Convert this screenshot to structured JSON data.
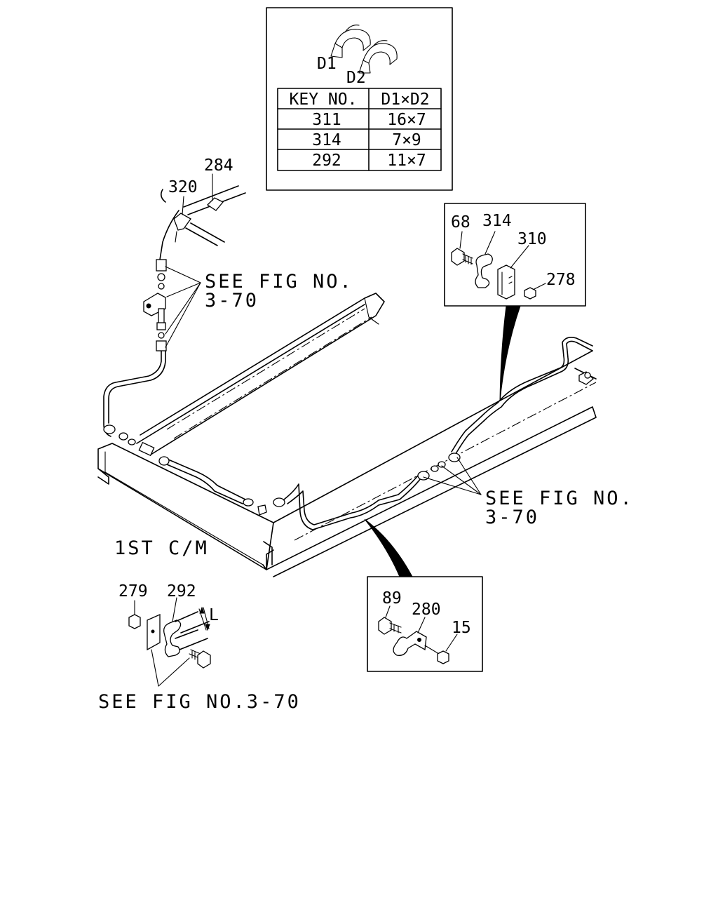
{
  "inset_table": {
    "d1_label": "D1",
    "d2_label": "D2",
    "header_key": "KEY NO.",
    "header_size": "D1×D2",
    "rows": [
      {
        "key": "311",
        "size": "16×7"
      },
      {
        "key": "314",
        "size": "7×9"
      },
      {
        "key": "292",
        "size": "11×7"
      }
    ]
  },
  "callouts": {
    "p284": "284",
    "p320": "320",
    "p68": "68",
    "p314": "314",
    "p310": "310",
    "p278": "278",
    "p279": "279",
    "p292": "292",
    "dim_l": "L",
    "p89": "89",
    "p280": "280",
    "p15": "15"
  },
  "references": {
    "upper_line1": "SEE FIG NO.",
    "upper_line2": "3-70",
    "right_line1": "SEE FIG NO.",
    "right_line2": "3-70",
    "bottom": "SEE FIG NO.3-70"
  },
  "crossmember_label": "1ST C/M"
}
